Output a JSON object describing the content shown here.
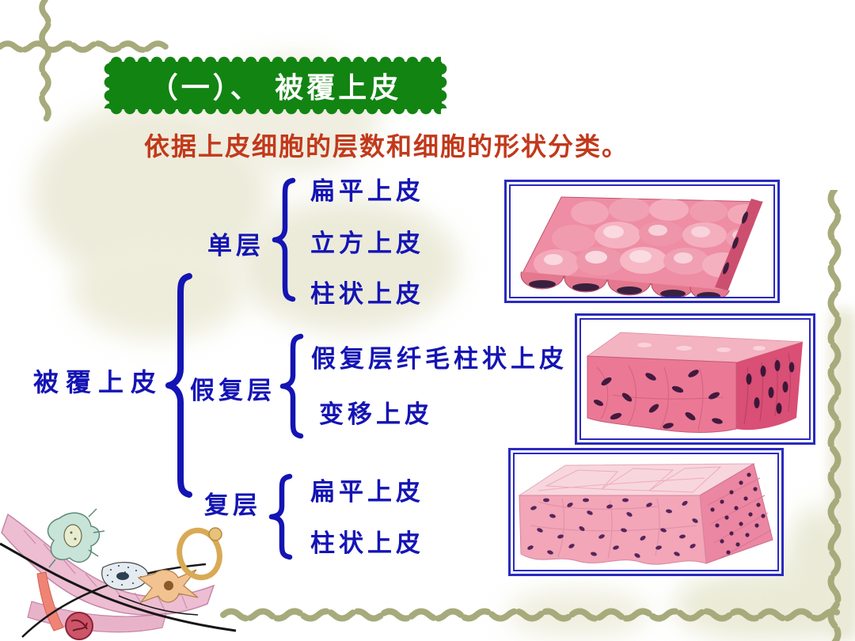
{
  "slide": {
    "title": "（一）、 被覆上皮",
    "subtitle": "依据上皮细胞的层数和细胞的形状分类。",
    "tree": {
      "root_label": "被覆上皮",
      "groups": [
        {
          "label": "单层",
          "items": [
            "扁平上皮",
            "立方上皮",
            "柱状上皮"
          ]
        },
        {
          "label": "假复层",
          "items": [
            "假复层纤毛柱状上皮",
            "变移上皮"
          ]
        },
        {
          "label": "复层",
          "items": [
            "扁平上皮",
            "柱状上皮"
          ]
        }
      ]
    },
    "figures": [
      {
        "name": "simple-epithelium-illustration"
      },
      {
        "name": "pseudostratified-epithelium-illustration"
      },
      {
        "name": "stratified-epithelium-illustration"
      }
    ],
    "colors": {
      "banner_green": "#128412",
      "subtitle_red": "#c2391b",
      "tree_blue": "#1414b4",
      "figure_border_blue": "#2a2ac0",
      "stitch_olive": "#a7aa7b"
    }
  }
}
